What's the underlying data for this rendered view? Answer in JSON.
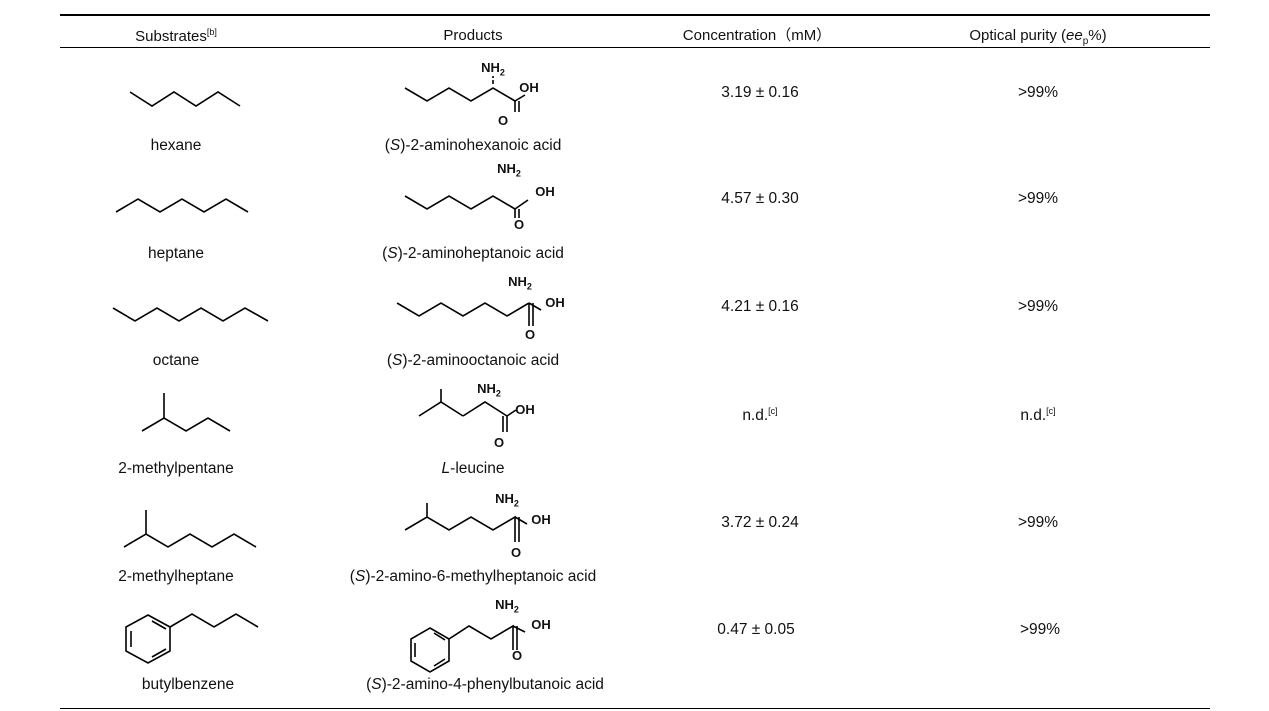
{
  "table": {
    "headers": {
      "substrates": "Substrates",
      "substrates_note": "[b]",
      "products": "Products",
      "concentration": "Concentration（mM）",
      "purity_prefix": "Optical purity (",
      "purity_ee": "ee",
      "purity_sub": "p",
      "purity_suffix": "%)"
    },
    "atom_labels": {
      "amine": "NH",
      "amine_sub": "2",
      "hydroxyl": "OH",
      "oxygen": "O"
    },
    "rows": [
      {
        "substrate": "hexane",
        "product_prefix": "(",
        "product_stereo": "S",
        "product_suffix": ")-2-aminohexanoic acid",
        "concentration": "3.19 ± 0.16",
        "purity": ">99%"
      },
      {
        "substrate": "heptane",
        "product_prefix": "(",
        "product_stereo": "S",
        "product_suffix": ")-2-aminoheptanoic acid",
        "concentration": "4.57 ± 0.30",
        "purity": ">99%"
      },
      {
        "substrate": "octane",
        "product_prefix": "(",
        "product_stereo": "S",
        "product_suffix": ")-2-aminooctanoic acid",
        "concentration": "4.21 ± 0.16",
        "purity": ">99%"
      },
      {
        "substrate": "2-methylpentane",
        "product_prefix": "",
        "product_stereo": "L",
        "product_suffix": "-leucine",
        "concentration": "n.d.",
        "concentration_note": "[c]",
        "purity": "n.d.",
        "purity_note": "[c]"
      },
      {
        "substrate": "2-methylheptane",
        "product_prefix": "(",
        "product_stereo": "S",
        "product_suffix": ")-2-amino-6-methylheptanoic acid",
        "concentration": "3.72 ± 0.24",
        "purity": ">99%"
      },
      {
        "substrate": "butylbenzene",
        "product_prefix": "(",
        "product_stereo": "S",
        "product_suffix": ")-2-amino-4-phenylbutanoic acid",
        "concentration": "0.47 ± 0.05",
        "purity": ">99%"
      }
    ]
  }
}
